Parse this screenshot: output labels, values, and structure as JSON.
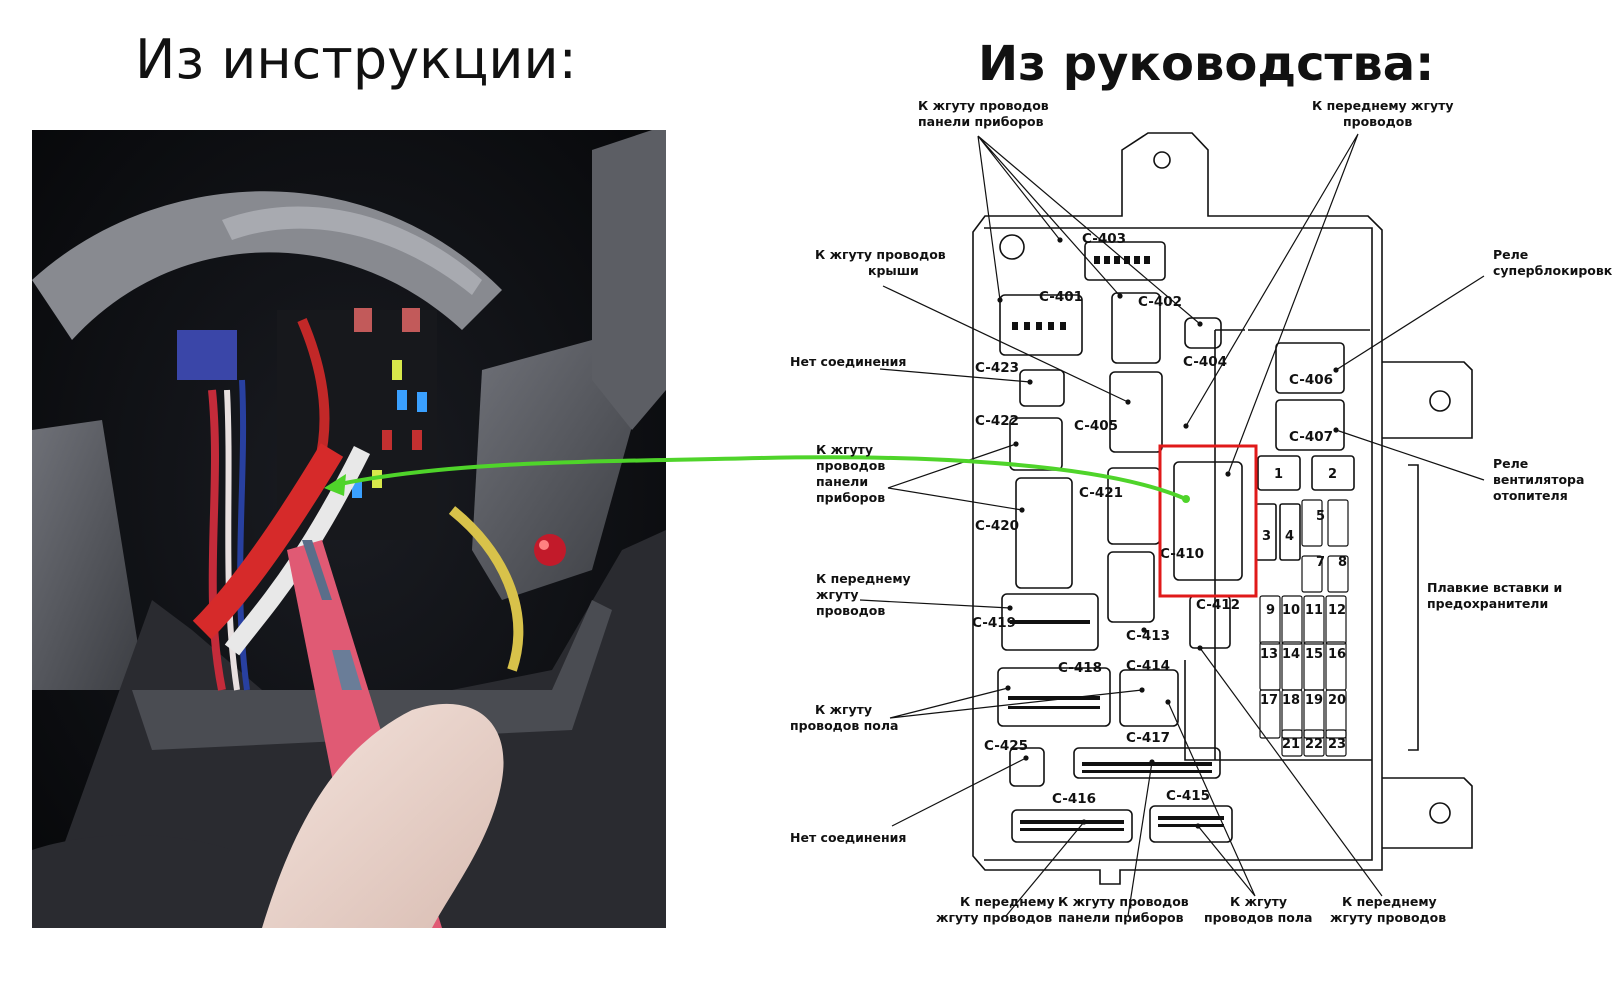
{
  "titles": {
    "left": "Из инструкции:",
    "right": "Из руководства:"
  },
  "connectors": {
    "c403": "C-403",
    "c401": "C-401",
    "c402": "C-402",
    "c404": "C-404",
    "c423": "C-423",
    "c422": "C-422",
    "c405": "C-405",
    "c406": "C-406",
    "c407": "C-407",
    "c420": "C-420",
    "c421": "C-421",
    "c410": "C-410",
    "c419": "C-419",
    "c413": "C-413",
    "c412": "C-412",
    "c418": "C-418",
    "c414": "C-414",
    "c425": "C-425",
    "c417": "C-417",
    "c416": "C-416",
    "c415": "C-415"
  },
  "fuses": [
    "1",
    "2",
    "3",
    "4",
    "5",
    "7",
    "8",
    "9",
    "10",
    "11",
    "12",
    "13",
    "14",
    "15",
    "16",
    "17",
    "18",
    "19",
    "20",
    "21",
    "22",
    "23"
  ],
  "callouts": {
    "panel_top_1": "К жгуту проводов",
    "panel_top_2": "панели приборов",
    "front_top_1": "К переднему жгуту",
    "front_top_2": "проводов",
    "roof_1": "К жгуту проводов",
    "roof_2": "крыши",
    "relay_super_1": "Реле",
    "relay_super_2": "суперблокировки",
    "no_conn_1": "Нет соединения",
    "panel_mid_1": "К жгуту",
    "panel_mid_2": "проводов",
    "panel_mid_3": "панели",
    "panel_mid_4": "приборов",
    "relay_fan_1": "Реле",
    "relay_fan_2": "вентилятора",
    "relay_fan_3": "отопителя",
    "fuses_1": "Плавкие вставки и",
    "fuses_2": "предохранители",
    "front_left_1": "К переднему",
    "front_left_2": "жгуту",
    "front_left_3": "проводов",
    "floor_left_1": "К жгуту",
    "floor_left_2": "проводов пола",
    "no_conn_2": "Нет соединения",
    "bottom_front_1": "К переднему",
    "bottom_front_2": "жгуту проводов",
    "bottom_panel_1": "К жгуту проводов",
    "bottom_panel_2": "панели приборов",
    "bottom_floor_1": "К жгуту",
    "bottom_floor_2": "проводов пола",
    "bottom_front_r1": "К переднему",
    "bottom_front_r2": "жгуту проводов"
  },
  "colors": {
    "highlight": "#e01a1a",
    "arrow": "#4fd42a"
  }
}
